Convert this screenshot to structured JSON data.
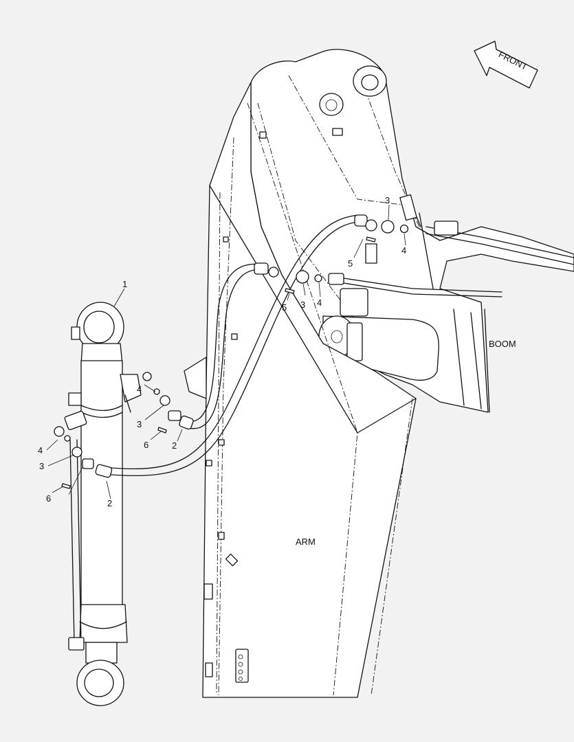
{
  "labels": {
    "front": "FRONT",
    "boom": "BOOM",
    "arm": "ARM"
  },
  "callouts": [
    {
      "id": "c1",
      "text": "1"
    },
    {
      "id": "c2a",
      "text": "2"
    },
    {
      "id": "c2b",
      "text": "2"
    },
    {
      "id": "c3a",
      "text": "3"
    },
    {
      "id": "c3b",
      "text": "3"
    },
    {
      "id": "c3c",
      "text": "3"
    },
    {
      "id": "c3d",
      "text": "3"
    },
    {
      "id": "c4a",
      "text": "4"
    },
    {
      "id": "c4b",
      "text": "4"
    },
    {
      "id": "c4c",
      "text": "4"
    },
    {
      "id": "c4d",
      "text": "4"
    },
    {
      "id": "c5a",
      "text": "5"
    },
    {
      "id": "c5b",
      "text": "5"
    },
    {
      "id": "c6a",
      "text": "6"
    },
    {
      "id": "c6b",
      "text": "6"
    }
  ],
  "colors": {
    "background": "#f2f2f2",
    "line": "#111111",
    "fill": "#ffffff"
  }
}
